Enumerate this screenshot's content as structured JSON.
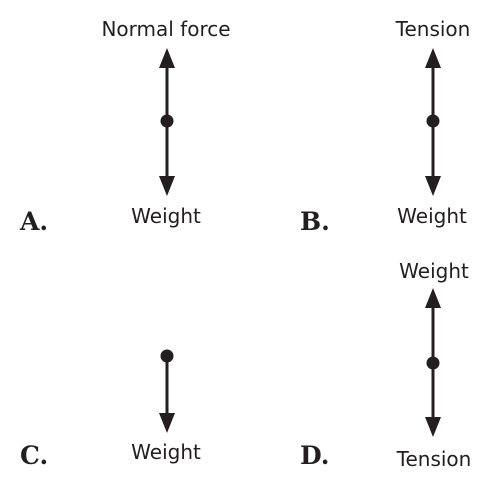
{
  "options": [
    {
      "letter": "A.",
      "forces": [
        {
          "label": "Normal force",
          "direction": "up"
        },
        {
          "label": "Weight",
          "direction": "down"
        }
      ]
    },
    {
      "letter": "B.",
      "forces": [
        {
          "label": "Tension",
          "direction": "up"
        },
        {
          "label": "Weight",
          "direction": "down"
        }
      ]
    },
    {
      "letter": "C.",
      "forces": [
        {
          "label": "Weight",
          "direction": "down"
        }
      ]
    },
    {
      "letter": "D.",
      "forces": [
        {
          "label": "Weight",
          "direction": "up"
        },
        {
          "label": "Tension",
          "direction": "down"
        }
      ]
    }
  ],
  "colors": {
    "ink": "#231f20",
    "background": "#ffffff"
  }
}
